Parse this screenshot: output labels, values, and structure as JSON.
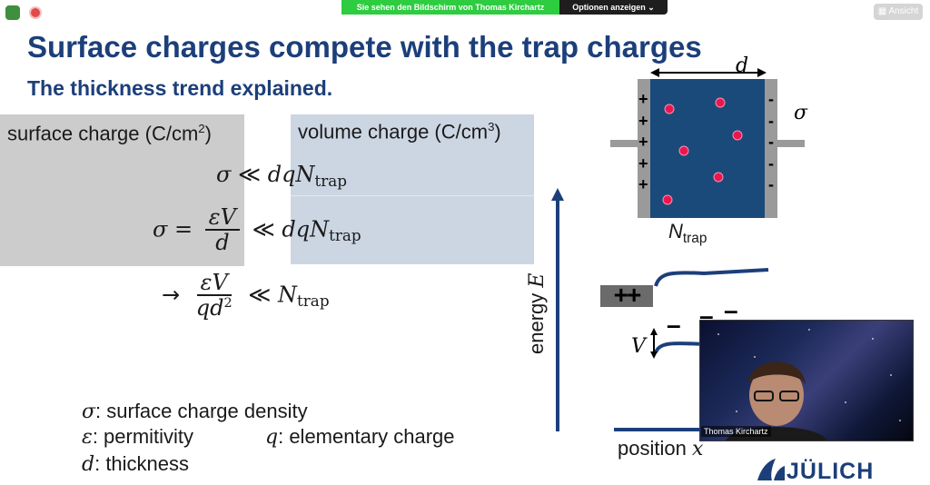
{
  "zoom": {
    "share_banner": "Sie sehen den Bildschirm von Thomas Kirchartz",
    "options_button": "Optionen anzeigen",
    "view_button": "Ansicht"
  },
  "slide": {
    "title": "Surface charges compete with the trap charges",
    "subtitle": "The thickness trend explained.",
    "surface_label": "surface charge (C/cm",
    "surface_exp": "2",
    "volume_label": "volume charge (C/cm",
    "volume_exp": "3",
    "close_paren": ")",
    "eq1": {
      "lhs": "σ",
      "rel": "≪",
      "rhs_d": "dqN",
      "rhs_sub": "trap"
    },
    "eq2": {
      "lhs": "σ",
      "eq": "=",
      "num": "εV",
      "den": "d",
      "rel": "≪",
      "rhs_d": "dqN",
      "rhs_sub": "trap"
    },
    "eq3": {
      "arrow": "→",
      "num": "εV",
      "den": "qd",
      "den_exp": "2",
      "rel": "≪",
      "rhs": "N",
      "rhs_sub": "trap"
    },
    "legend": {
      "sigma_sym": "σ",
      "sigma_text": ": surface charge density",
      "eps_sym": "ε",
      "eps_text": ": permitivity",
      "d_sym": "d",
      "d_text": ": thickness",
      "q_sym": "q",
      "q_text": ": elementary charge"
    },
    "device": {
      "d_label": "d",
      "sigma_label": "σ",
      "ntrap_N": "N",
      "ntrap_sub": "trap",
      "plus_sign": "+",
      "minus_sign": "-",
      "fill_color": "#1a4a7a",
      "contact_color": "#9a9a9a"
    },
    "band": {
      "energy_label": "energy ",
      "energy_sym": "E",
      "position_label": "position ",
      "position_sym": "x",
      "v_label": "V",
      "plus_box": "++",
      "minus": "–"
    },
    "logo": "JÜLICH",
    "accent_color": "#1c3f7a"
  },
  "webcam": {
    "name": "Thomas Kirchartz"
  }
}
